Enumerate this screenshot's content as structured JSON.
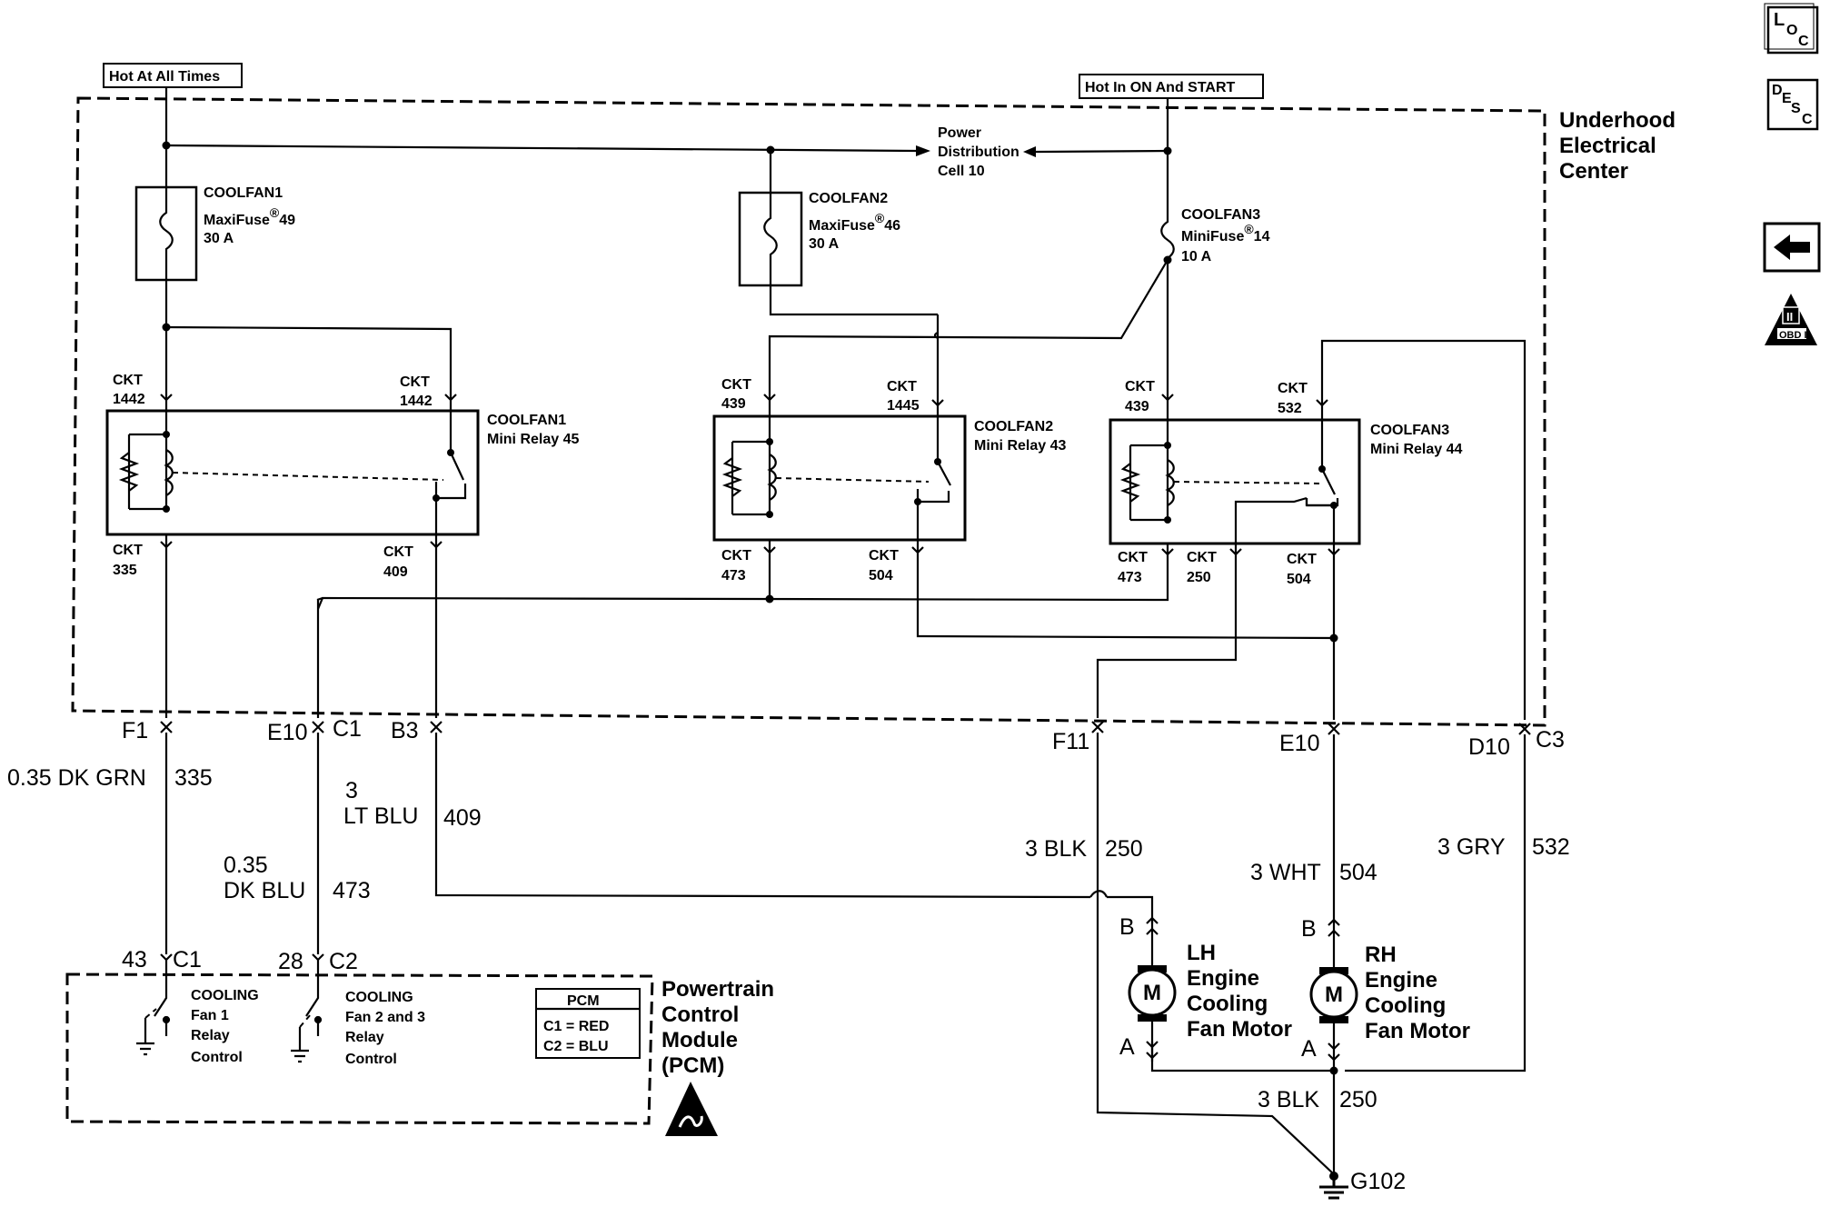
{
  "nav": {
    "loc_main": "L",
    "loc_sub": "O",
    "loc_sub2": "C",
    "desc_main": "D",
    "desc_sub": "E",
    "desc_sub2": "S",
    "desc_sub3": "C",
    "obd_label": "OBD II",
    "obd_roman": "II"
  },
  "power": {
    "hot_all": "Hot At All Times",
    "hot_run": "Hot In ON And START",
    "pdc_1": "Power",
    "pdc_2": "Distribution",
    "pdc_3": "Cell 10"
  },
  "uec": {
    "line1": "Underhood",
    "line2": "Electrical",
    "line3": "Center"
  },
  "fuses": [
    {
      "name": "COOLFAN1",
      "type": "MaxiFuse",
      "num": "49",
      "rating": "30 A"
    },
    {
      "name": "COOLFAN2",
      "type": "MaxiFuse",
      "num": "46",
      "rating": "30 A"
    },
    {
      "name": "COOLFAN3",
      "type": "MiniFuse",
      "num": "14",
      "rating": "10 A"
    }
  ],
  "registered": "®",
  "relays": [
    {
      "name": "COOLFAN1",
      "desc": "Mini Relay 45",
      "ckt_tl": "1442",
      "ckt_tr": "1442",
      "ckt_bl": "335",
      "ckt_br": "409"
    },
    {
      "name": "COOLFAN2",
      "desc": "Mini Relay 43",
      "ckt_tl": "439",
      "ckt_tr": "1445",
      "ckt_bl": "473",
      "ckt_br": "504"
    },
    {
      "name": "COOLFAN3",
      "desc": "Mini Relay 44",
      "ckt_tl": "439",
      "ckt_tr": "532",
      "ckt_bl": "473",
      "ckt_bm": "250",
      "ckt_br": "504"
    }
  ],
  "ckt": "CKT",
  "connectors": {
    "f1": "F1",
    "e10a": "E10",
    "c1": "C1",
    "b3": "B3",
    "f11": "F11",
    "e10b": "E10",
    "d10": "D10",
    "c3": "C3"
  },
  "wires": {
    "w335_gauge": "0.35 DK GRN",
    "w335_num": "335",
    "w409_gauge": "3",
    "w409_color": "LT BLU",
    "w409_num": "409",
    "w473_gauge": "0.35",
    "w473_color": "DK BLU",
    "w473_num": "473",
    "w250_label": "3 BLK",
    "w250_num": "250",
    "w504_label": "3 WHT",
    "w504_num": "504",
    "w532_label": "3 GRY",
    "w532_num": "532",
    "gnd_label": "3 BLK",
    "gnd_num": "250"
  },
  "pcm": {
    "pin1": "43",
    "conn1": "C1",
    "pin2": "28",
    "conn2": "C2",
    "ctl1": [
      "COOLING",
      "Fan 1",
      "Relay",
      "Control"
    ],
    "ctl2": [
      "COOLING",
      "Fan 2 and 3",
      "Relay",
      "Control"
    ],
    "legend_title": "PCM",
    "legend_c1": "C1 = RED",
    "legend_c2": "C2 = BLU",
    "name": [
      "Powertrain",
      "Control",
      "Module",
      "(PCM)"
    ]
  },
  "motors": {
    "lh": [
      "LH",
      "Engine",
      "Cooling",
      "Fan Motor"
    ],
    "rh": [
      "RH",
      "Engine",
      "Cooling",
      "Fan Motor"
    ],
    "pin_b": "B",
    "pin_a": "A",
    "symbol": "M"
  },
  "ground": "G102"
}
